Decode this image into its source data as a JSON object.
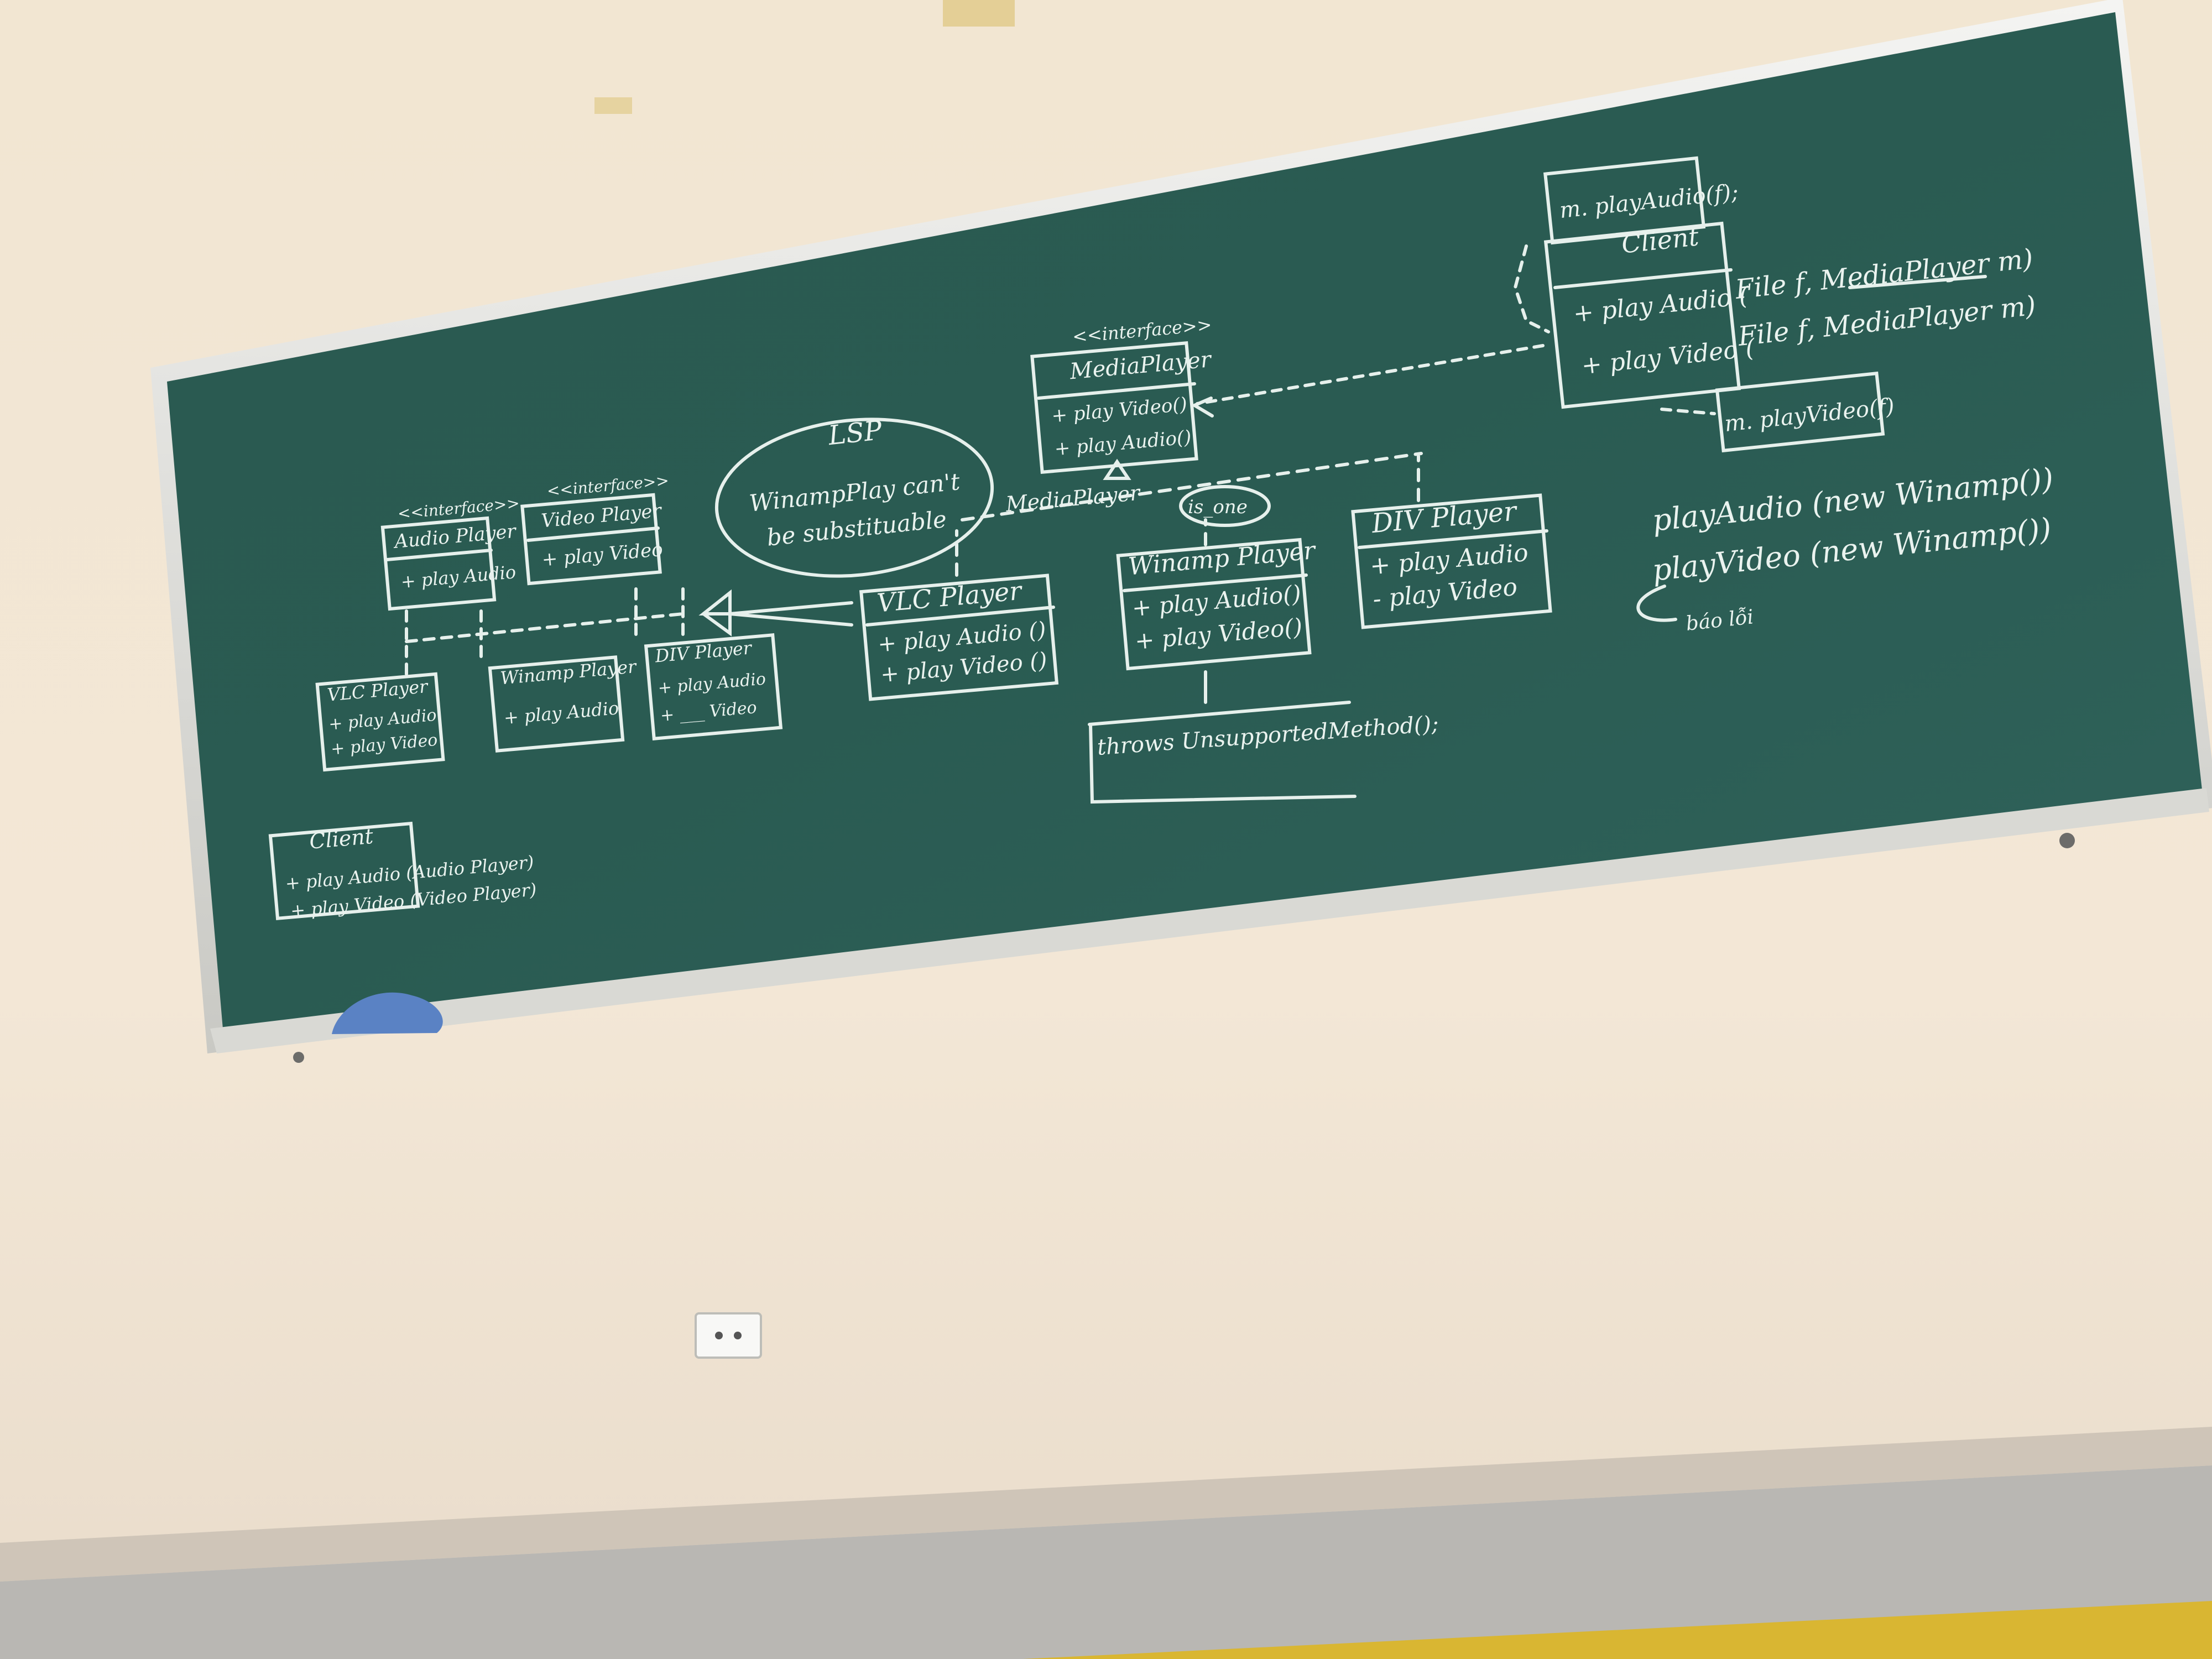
{
  "board": {
    "uml_left": {
      "audio_player": {
        "stereotype": "<<interface>>",
        "name": "Audio Player",
        "op": "+ play Audio"
      },
      "video_player": {
        "stereotype": "<<interface>>",
        "name": "Video Player",
        "op": "+ play Video"
      },
      "vlc_player": {
        "name": "VLC Player",
        "ops": [
          "+ play Audio",
          "+ play Video"
        ]
      },
      "winamp_player": {
        "name": "Winamp Player",
        "ops": [
          "+ play Audio"
        ]
      },
      "div_player": {
        "name": "DIV Player",
        "ops": [
          "+ play Audio",
          "+ ___ Video"
        ]
      },
      "client": {
        "name": "Client",
        "ops": [
          "+ play Audio (Audio Player)",
          "+ play Video (Video Player)"
        ]
      }
    },
    "lsp_note": {
      "title": "LSP",
      "line1": "WinampPlay can't",
      "line2": "be substituable"
    },
    "media_player_label": "MediaPlayer",
    "uml_center": {
      "media_player": {
        "stereotype": "<<interface>>",
        "name": "MediaPlayer",
        "ops": [
          "+ play Video()",
          "+ play Audio()"
        ]
      },
      "vlc_player": {
        "name": "VLC Player",
        "ops": [
          "+ play Audio ()",
          "+ play Video ()"
        ]
      },
      "winamp_player": {
        "note": "is_one",
        "name": "Winamp Player",
        "ops": [
          "+ play Audio()",
          "+ play Video()"
        ]
      },
      "div_player": {
        "name": "DIV Player",
        "ops": [
          "+ play Audio",
          "- play Video"
        ]
      },
      "throws": "throws UnsupportedMethod();"
    },
    "uml_right": {
      "note_audio": "m. playAudio(f);",
      "client": {
        "name": "Client",
        "ops": [
          "+ play Audio (",
          "+ play Video ("
        ]
      },
      "sig1": "File f, MediaPlayer m)",
      "sig2": "File f, MediaPlayer m)",
      "note_video": "m. playVideo(f)",
      "call1": "playAudio (new Winamp())",
      "call2": "playVideo (new Winamp())",
      "error": "báo lỗi"
    }
  }
}
